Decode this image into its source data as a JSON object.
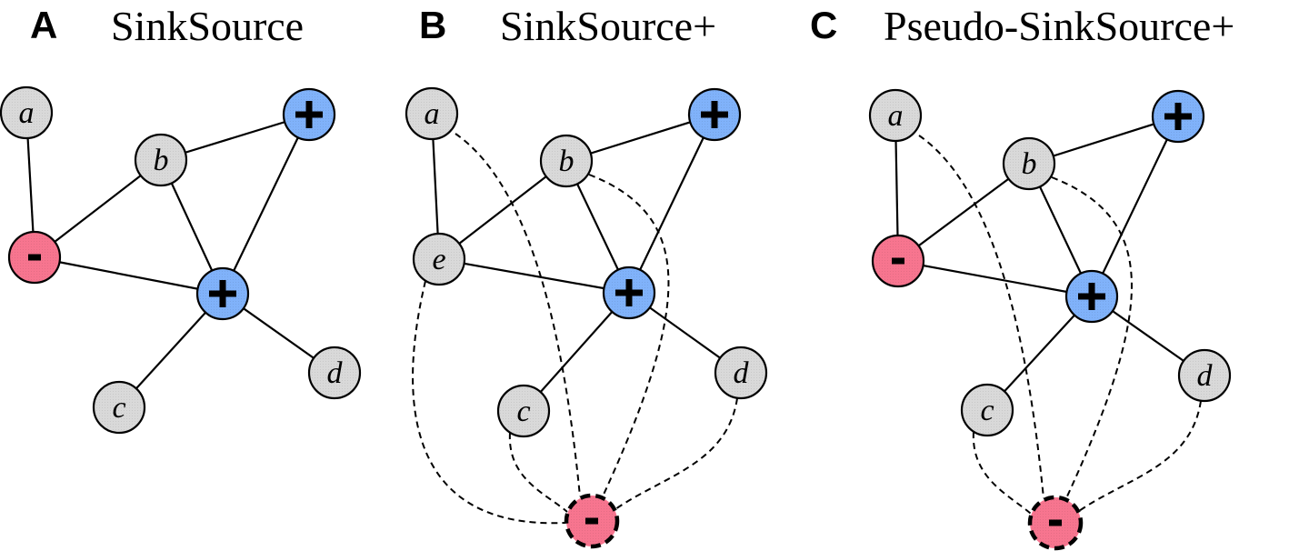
{
  "colors": {
    "unlabeled": "#d9d9d9",
    "positive": "#80b2fa",
    "negative": "#f7758f",
    "stroke": "#000000"
  },
  "panels": [
    {
      "letter": "A",
      "title": "SinkSource",
      "nodes": [
        {
          "id": "a",
          "label": "a",
          "kind": "unlabeled"
        },
        {
          "id": "b",
          "label": "b",
          "kind": "unlabeled"
        },
        {
          "id": "p1",
          "label": "+",
          "kind": "positive"
        },
        {
          "id": "n1",
          "label": "-",
          "kind": "negative"
        },
        {
          "id": "p2",
          "label": "+",
          "kind": "positive"
        },
        {
          "id": "c",
          "label": "c",
          "kind": "unlabeled"
        },
        {
          "id": "d",
          "label": "d",
          "kind": "unlabeled"
        }
      ],
      "edges": [
        {
          "from": "a",
          "to": "n1",
          "style": "solid"
        },
        {
          "from": "b",
          "to": "n1",
          "style": "solid"
        },
        {
          "from": "b",
          "to": "p1",
          "style": "solid"
        },
        {
          "from": "b",
          "to": "p2",
          "style": "solid"
        },
        {
          "from": "p1",
          "to": "p2",
          "style": "solid"
        },
        {
          "from": "n1",
          "to": "p2",
          "style": "solid"
        },
        {
          "from": "p2",
          "to": "c",
          "style": "solid"
        },
        {
          "from": "p2",
          "to": "d",
          "style": "solid"
        }
      ]
    },
    {
      "letter": "B",
      "title": "SinkSource+",
      "nodes": [
        {
          "id": "a",
          "label": "a",
          "kind": "unlabeled"
        },
        {
          "id": "b",
          "label": "b",
          "kind": "unlabeled"
        },
        {
          "id": "p1",
          "label": "+",
          "kind": "positive"
        },
        {
          "id": "e",
          "label": "e",
          "kind": "unlabeled"
        },
        {
          "id": "p2",
          "label": "+",
          "kind": "positive"
        },
        {
          "id": "c",
          "label": "c",
          "kind": "unlabeled"
        },
        {
          "id": "d",
          "label": "d",
          "kind": "unlabeled"
        },
        {
          "id": "sink",
          "label": "-",
          "kind": "negative",
          "dashed": true
        }
      ],
      "edges": [
        {
          "from": "a",
          "to": "e",
          "style": "solid"
        },
        {
          "from": "b",
          "to": "e",
          "style": "solid"
        },
        {
          "from": "b",
          "to": "p1",
          "style": "solid"
        },
        {
          "from": "b",
          "to": "p2",
          "style": "solid"
        },
        {
          "from": "p1",
          "to": "p2",
          "style": "solid"
        },
        {
          "from": "e",
          "to": "p2",
          "style": "solid"
        },
        {
          "from": "p2",
          "to": "c",
          "style": "solid"
        },
        {
          "from": "p2",
          "to": "d",
          "style": "solid"
        },
        {
          "from": "a",
          "to": "sink",
          "style": "dashed"
        },
        {
          "from": "b",
          "to": "sink",
          "style": "dashed"
        },
        {
          "from": "e",
          "to": "sink",
          "style": "dashed"
        },
        {
          "from": "c",
          "to": "sink",
          "style": "dashed"
        },
        {
          "from": "d",
          "to": "sink",
          "style": "dashed"
        }
      ]
    },
    {
      "letter": "C",
      "title": "Pseudo-SinkSource+",
      "nodes": [
        {
          "id": "a",
          "label": "a",
          "kind": "unlabeled"
        },
        {
          "id": "b",
          "label": "b",
          "kind": "unlabeled"
        },
        {
          "id": "p1",
          "label": "+",
          "kind": "positive"
        },
        {
          "id": "n1",
          "label": "-",
          "kind": "negative"
        },
        {
          "id": "p2",
          "label": "+",
          "kind": "positive"
        },
        {
          "id": "c",
          "label": "c",
          "kind": "unlabeled"
        },
        {
          "id": "d",
          "label": "d",
          "kind": "unlabeled"
        },
        {
          "id": "sink",
          "label": "-",
          "kind": "negative",
          "dashed": true
        }
      ],
      "edges": [
        {
          "from": "a",
          "to": "n1",
          "style": "solid"
        },
        {
          "from": "b",
          "to": "n1",
          "style": "solid"
        },
        {
          "from": "b",
          "to": "p1",
          "style": "solid"
        },
        {
          "from": "b",
          "to": "p2",
          "style": "solid"
        },
        {
          "from": "p1",
          "to": "p2",
          "style": "solid"
        },
        {
          "from": "n1",
          "to": "p2",
          "style": "solid"
        },
        {
          "from": "p2",
          "to": "c",
          "style": "solid"
        },
        {
          "from": "p2",
          "to": "d",
          "style": "solid"
        },
        {
          "from": "a",
          "to": "sink",
          "style": "dashed"
        },
        {
          "from": "b",
          "to": "sink",
          "style": "dashed"
        },
        {
          "from": "c",
          "to": "sink",
          "style": "dashed"
        },
        {
          "from": "d",
          "to": "sink",
          "style": "dashed"
        }
      ]
    }
  ]
}
